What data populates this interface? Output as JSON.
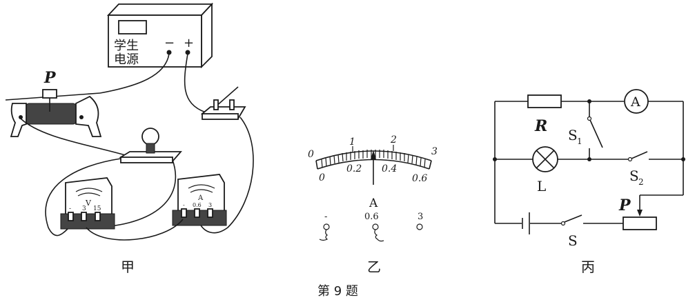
{
  "figure": {
    "caption": "第 9 题"
  },
  "panel_jia": {
    "label": "甲",
    "power_supply": {
      "label_line1": "学生",
      "label_line2": "电源",
      "minus": "−",
      "plus": "+"
    },
    "rheostat": {
      "slider_label": "P"
    },
    "voltmeter": {
      "symbol": "V",
      "terminals": [
        "-",
        "3",
        "15"
      ]
    },
    "ammeter": {
      "symbol": "A",
      "terminals": [
        "-",
        "0.6",
        "3"
      ]
    }
  },
  "panel_yi": {
    "label": "乙",
    "dial": {
      "upper_scale": [
        "0",
        "1",
        "2",
        "3"
      ],
      "lower_scale": [
        "0",
        "0.2",
        "0.4",
        "0.6"
      ],
      "pointer_position": "0.3 A (0–0.6 scale) / 1.5 A (0–3 scale)"
    },
    "meter_symbol": "A",
    "terminals": [
      "-",
      "0.6",
      "3"
    ]
  },
  "panel_bing": {
    "label": "丙",
    "components": {
      "resistor": "R",
      "ammeter": "A",
      "switch1": "S",
      "switch1_sub": "1",
      "lamp": "L",
      "switch2": "S",
      "switch2_sub": "2",
      "rheostat_slider": "P",
      "main_switch": "S"
    }
  }
}
